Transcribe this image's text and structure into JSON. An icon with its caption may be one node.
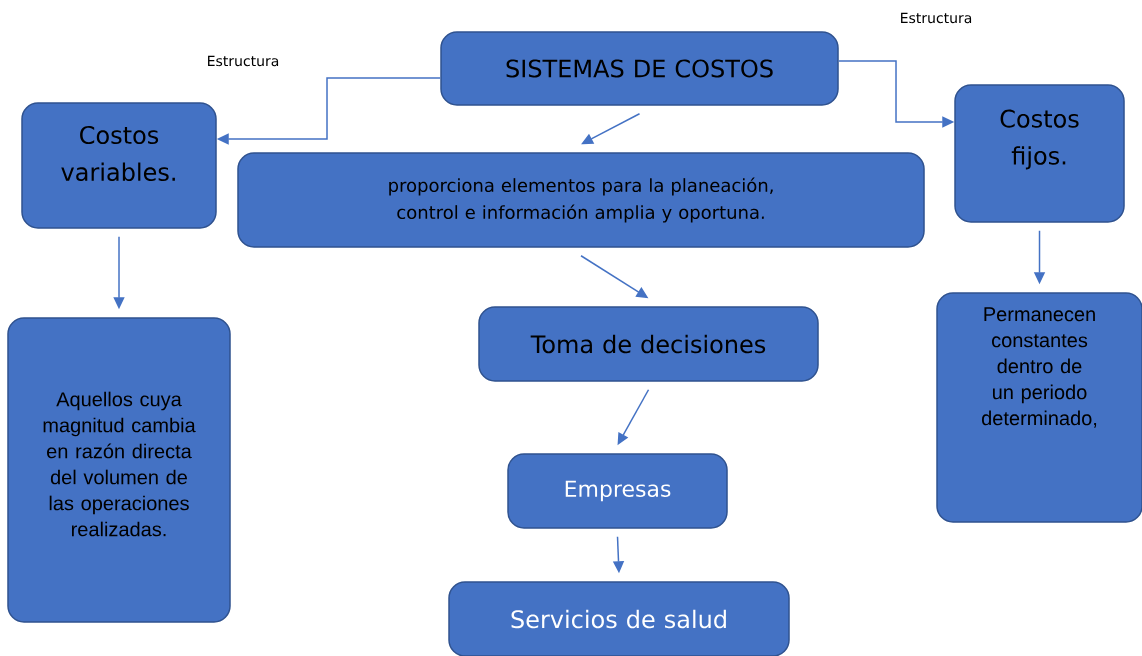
{
  "diagram": {
    "nodes": [
      {
        "text": [
          "SISTEMAS DE COSTOS"
        ]
      },
      {
        "text": [
          "Costos variables."
        ]
      },
      {
        "text": [
          "Costos fijos."
        ]
      },
      {
        "text": [
          "proporciona elementos para la planeación, control e información amplia y oportuna."
        ]
      },
      {
        "text": [
          "Aquellos cuya magnitud cambia en razón directa del volumen de las operaciones realizadas."
        ]
      },
      {
        "text": [
          "Permanecen constantes dentro de un periodo determinado,"
        ]
      },
      {
        "text": [
          "Toma de decisiones"
        ]
      },
      {
        "text": [
          "Empresas"
        ]
      },
      {
        "text": [
          "Servicios de salud"
        ]
      }
    ],
    "edges": [
      {
        "from": 0,
        "to": 1,
        "arrow": "to",
        "label": "Estructura"
      },
      {
        "from": 0,
        "to": 2,
        "arrow": "to",
        "label": "Estructura"
      },
      {
        "from": 0,
        "to": 3,
        "arrow": "to"
      },
      {
        "from": 1,
        "to": 4,
        "arrow": "to"
      },
      {
        "from": 2,
        "to": 5,
        "arrow": "to"
      },
      {
        "from": 3,
        "to": 6,
        "arrow": "to"
      },
      {
        "from": 6,
        "to": 7,
        "arrow": "to"
      },
      {
        "from": 7,
        "to": 8,
        "arrow": "to"
      }
    ]
  }
}
